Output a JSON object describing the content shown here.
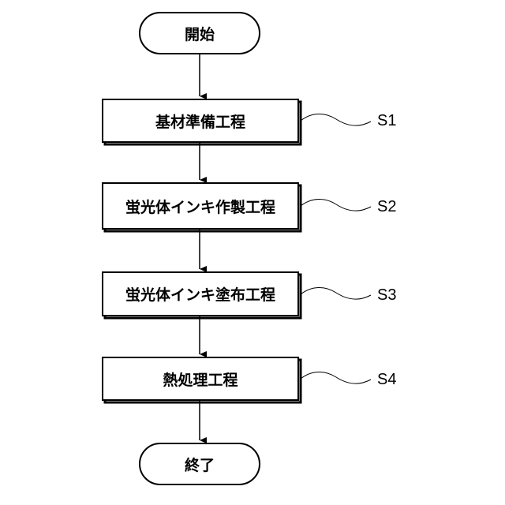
{
  "flowchart": {
    "start_label": "開始",
    "end_label": "終了",
    "steps": [
      {
        "label": "基材準備工程",
        "id": "S1"
      },
      {
        "label": "蛍光体インキ作製工程",
        "id": "S2"
      },
      {
        "label": "蛍光体インキ塗布工程",
        "id": "S3"
      },
      {
        "label": "熱処理工程",
        "id": "S4"
      }
    ]
  }
}
